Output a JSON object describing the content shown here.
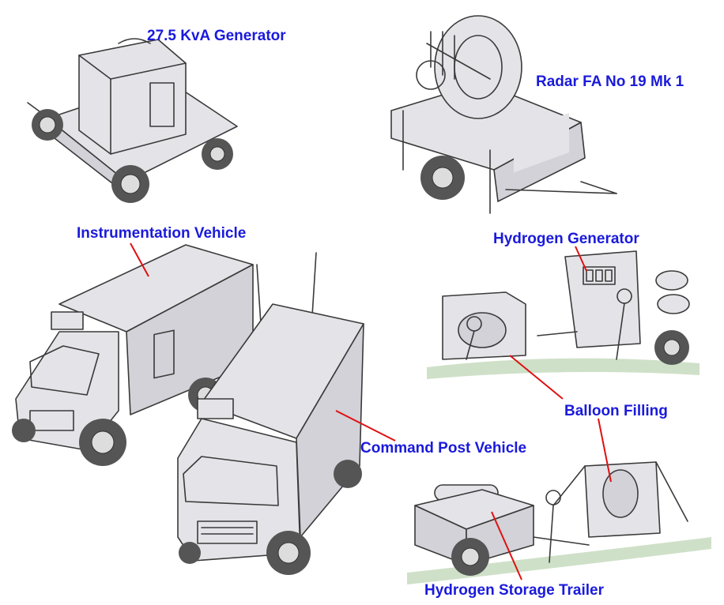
{
  "labels": {
    "generator": "27.5 KvA Generator",
    "radar": "Radar FA No 19 Mk 1",
    "instrumentation": "Instrumentation Vehicle",
    "hydrogen_generator": "Hydrogen Generator",
    "balloon_filling": "Balloon Filling",
    "command_post": "Command Post Vehicle",
    "storage_trailer": "Hydrogen Storage Trailer"
  },
  "colors": {
    "label_text": "#1a1adc",
    "leader_line": "#e01010",
    "line_art": "#3a3a3a"
  }
}
